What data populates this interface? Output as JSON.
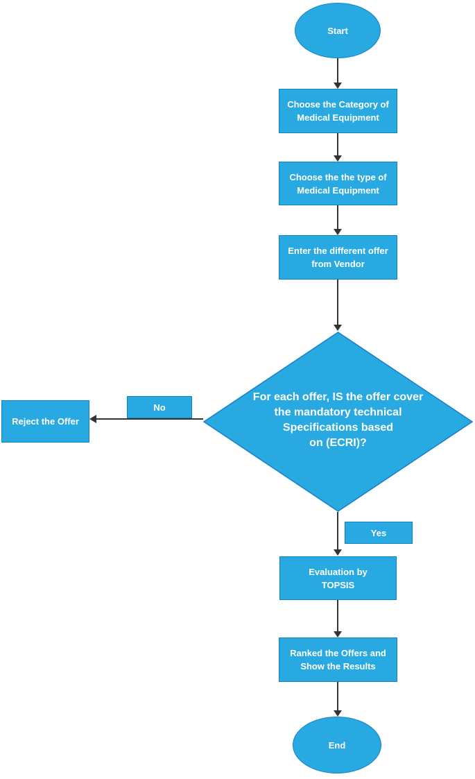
{
  "colors": {
    "node-fill": "#29A9E1",
    "node-border": "#1581C5",
    "node-text": "#FFFFFF",
    "connector": "#333333",
    "background": "#FFFFFF"
  },
  "flowchart": {
    "nodes": {
      "start": {
        "label": "Start"
      },
      "choose_category": {
        "lines": [
          "Choose the Category of",
          "Medical Equipment"
        ]
      },
      "choose_type": {
        "lines": [
          "Choose the the type of",
          "Medical Equipment"
        ]
      },
      "enter_offers": {
        "lines": [
          "Enter the different offer",
          "from Vendor"
        ]
      },
      "decision": {
        "lines": [
          "For each offer, IS the offer cover",
          "the mandatory technical",
          "Specifications based",
          "on (ECRI)?"
        ]
      },
      "no_label": {
        "label": "No"
      },
      "reject": {
        "label": "Reject the Offer"
      },
      "yes_label": {
        "label": "Yes"
      },
      "evaluation": {
        "lines": [
          "Evaluation by",
          "TOPSIS"
        ]
      },
      "ranked": {
        "lines": [
          "Ranked the Offers and",
          "Show the Results"
        ]
      },
      "end": {
        "label": "End"
      }
    }
  }
}
